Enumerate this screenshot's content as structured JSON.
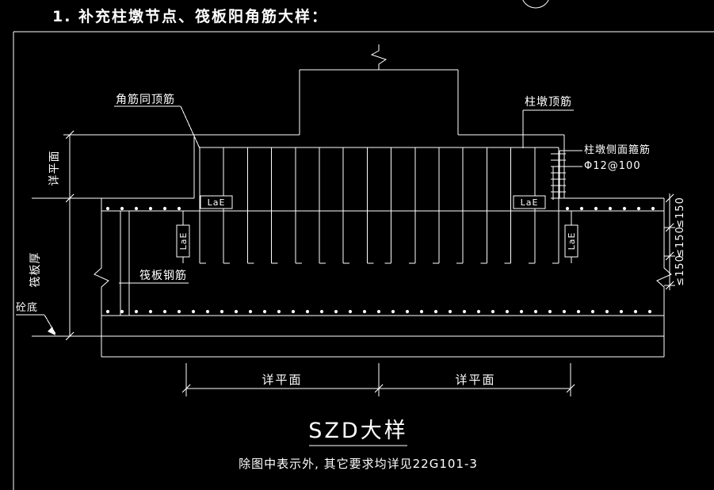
{
  "colors": {
    "background": "#000000",
    "line": "#ffffff"
  },
  "drawing": {
    "section_title": "1.  补充柱墩节点、筏板阳角筋大样：",
    "detail_name": "SZD大样",
    "note": "除图中表示外, 其它要求均详见22G101-3"
  },
  "callouts": {
    "corner_bar": "角筋同顶筋",
    "pier_top_bar": "柱墩顶筋",
    "pier_side_stirrup": "柱墩侧面箍筋",
    "pier_side_stirrup_spec": "Φ12@100",
    "raft_rebar": "筏板钢筋",
    "concrete_bottom": "砼底"
  },
  "dims": {
    "see_plan": "详平面",
    "raft_thickness": "筏板厚",
    "anchorage": "LaE",
    "max_spacing": "≤150"
  }
}
